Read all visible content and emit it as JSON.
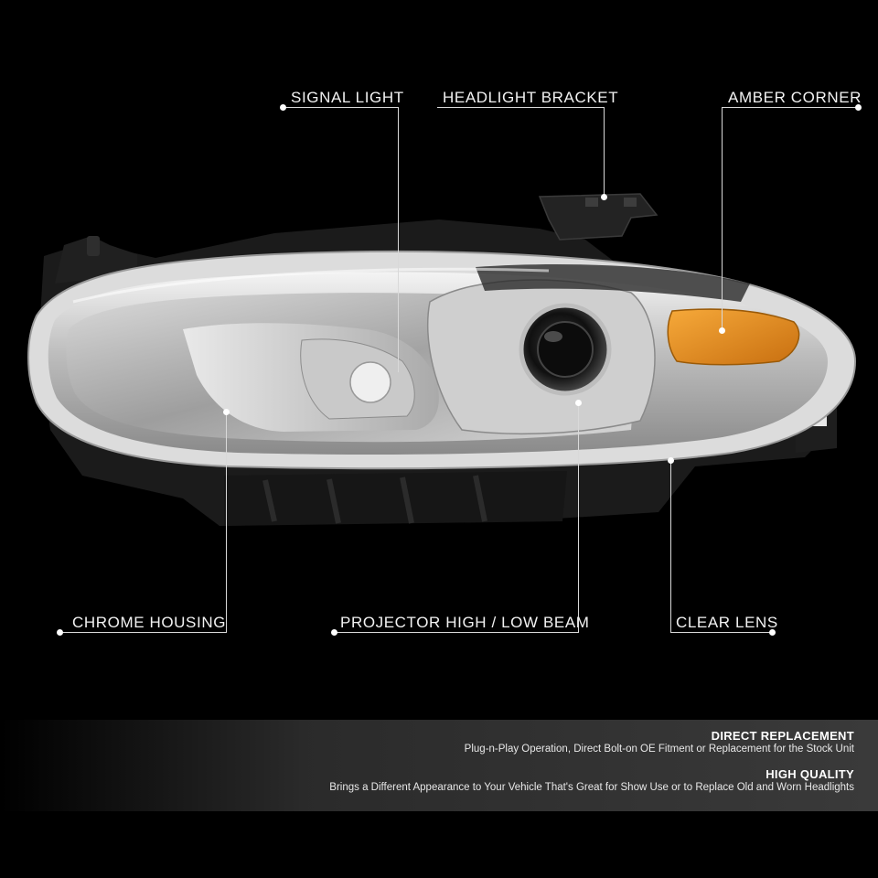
{
  "callouts": {
    "signal_light": "SIGNAL LIGHT",
    "headlight_bracket": "HEADLIGHT BRACKET",
    "amber_corner": "AMBER CORNER",
    "chrome_housing": "CHROME HOUSING",
    "projector_beam": "PROJECTOR HIGH / LOW BEAM",
    "clear_lens": "CLEAR LENS"
  },
  "features": [
    {
      "title": "DIRECT REPLACEMENT",
      "text": "Plug-n-Play Operation, Direct Bolt-on OE Fitment or Replacement for the Stock Unit"
    },
    {
      "title": "HIGH QUALITY",
      "text": "Brings a Different Appearance to Your Vehicle That's Great for Show Use or to Replace Old and Worn Headlights"
    }
  ],
  "colors": {
    "background": "#000000",
    "amber": "#e8901c",
    "chrome": "#d8d8d8",
    "housing_black": "#1b1b1b"
  }
}
